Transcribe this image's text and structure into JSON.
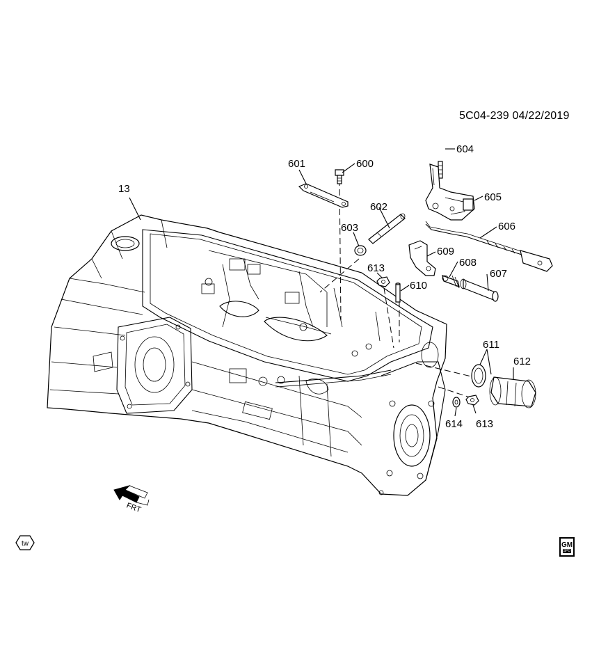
{
  "header": {
    "doc_id": "5C04-239  04/22/2019"
  },
  "callouts": {
    "c13": "13",
    "c600": "600",
    "c601": "601",
    "c602": "602",
    "c603": "603",
    "c604": "604",
    "c605": "605",
    "c606": "606",
    "c607": "607",
    "c608": "608",
    "c609": "609",
    "c610": "610",
    "c611": "611",
    "c612": "612",
    "c613a": "613",
    "c613b": "613",
    "c614": "614"
  },
  "badges": {
    "front_arrow": "FRT",
    "tw": "tw",
    "gm": "GM",
    "gm_sub": "SPO"
  },
  "icons": [
    "front-arrow-icon",
    "tw-hexagon-icon",
    "gm-logo-icon"
  ]
}
